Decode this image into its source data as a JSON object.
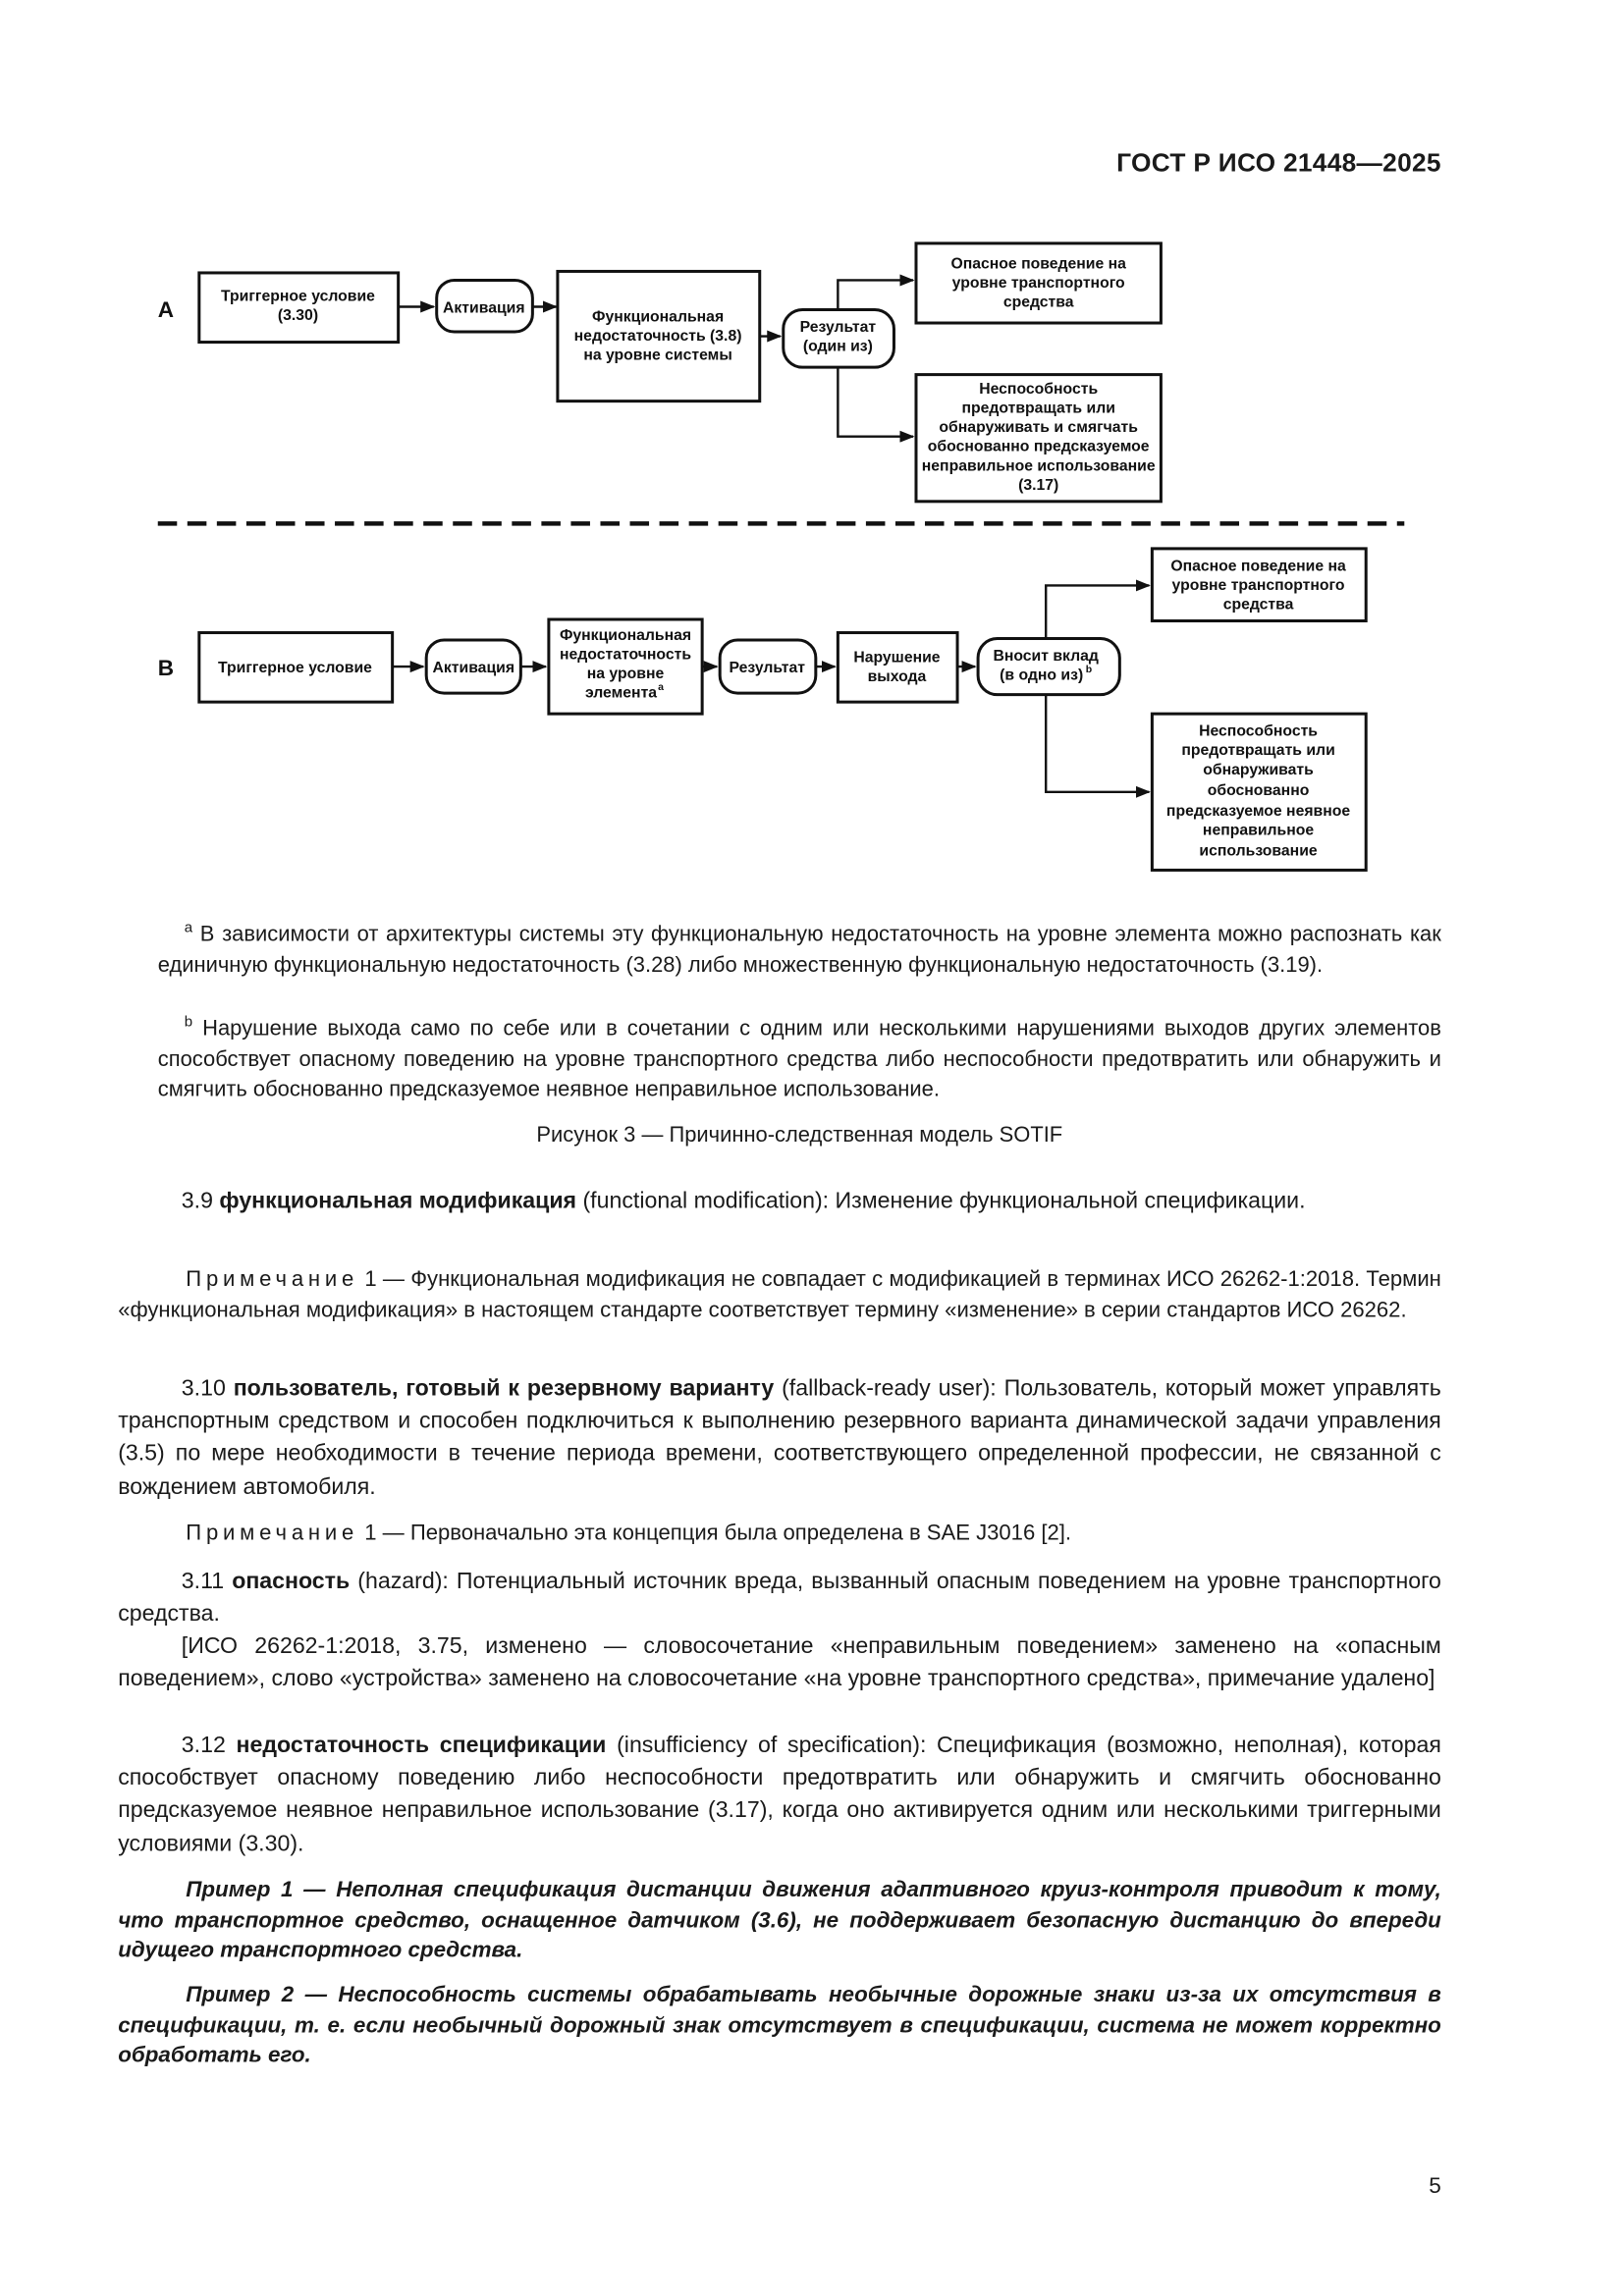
{
  "header": {
    "doc_code": "ГОСТ Р ИСО 21448—2025"
  },
  "figure": {
    "row_a": {
      "label": "A",
      "trigger": [
        "Триггерное условие",
        "(3.30)"
      ],
      "activation": "Активация",
      "insufficiency": [
        "Функциональная",
        "недостаточность (3.8)",
        "на уровне системы"
      ],
      "result": [
        "Результат",
        "(один из)"
      ],
      "outcome1": [
        "Опасное поведение на",
        "уровне транспортного",
        "средства"
      ],
      "outcome2": [
        "Неспособность",
        "предотвращать или",
        "обнаруживать и смягчать",
        "обоснованно предсказуемое",
        "неправильное использование",
        "(3.17)"
      ]
    },
    "row_b": {
      "label": "B",
      "trigger": "Триггерное условие",
      "activation": "Активация",
      "insufficiency": [
        "Функциональная",
        "недостаточность",
        "на уровне",
        "элемента"
      ],
      "insufficiency_mark": "a",
      "result": "Результат",
      "output_violation": [
        "Нарушение",
        "выхода"
      ],
      "contributes": [
        "Вносит вклад",
        "(в одно из)"
      ],
      "contributes_mark": "b",
      "outcome1": [
        "Опасное поведение на",
        "уровне транспортного",
        "средства"
      ],
      "outcome2": [
        "Неспособность",
        "предотвращать или",
        "обнаруживать",
        "обоснованно",
        "предсказуемое неявное",
        "неправильное",
        "использование"
      ]
    },
    "footnotes": {
      "a_mark": "a",
      "a_text": "В зависимости от архитектуры системы эту функциональную недостаточность на уровне элемента можно распознать как единичную функциональную недостаточность (3.28) либо множественную функциональную недостаточность (3.19).",
      "b_mark": "b",
      "b_text": "Нарушение выхода само по себе или в сочетании с одним или несколькими нарушениями выходов других элементов способствует опасному поведению на уровне транспортного средства либо неспособности предотвратить или обнаружить и смягчить обоснованно предсказуемое неявное неправильное использование."
    },
    "caption": "Рисунок 3 — Причинно-следственная модель SOTIF"
  },
  "terms": {
    "t39": {
      "num": "3.9",
      "term": "функциональная модификация",
      "rest": " (functional modification): Изменение функциональной спецификации."
    },
    "t39_note": {
      "label": "Примечание",
      "rest": " 1 — Функциональная модификация не совпадает с модификацией в терминах ИСО 26262-1:2018. Термин «функциональная модификация» в настоящем стандарте соответствует термину «изменение» в серии стандартов ИСО 26262."
    },
    "t310": {
      "num": "3.10",
      "term": "пользователь, готовый к резервному варианту",
      "rest": " (fallback-ready user): Пользователь, который может управлять транспортным средством и способен подключиться к выполнению резервного варианта динамической задачи управления (3.5) по мере необходимости в течение периода времени, соответствующего определенной профессии, не связанной с вождением автомобиля."
    },
    "t310_note": {
      "label": "Примечание",
      "rest": " 1 — Первоначально эта концепция была определена в SAE J3016 [2]."
    },
    "t311": {
      "num": "3.11",
      "term": "опасность",
      "rest": " (hazard): Потенциальный источник вреда, вызванный опасным поведением на уровне транспортного средства."
    },
    "t311_source": "[ИСО 26262-1:2018, 3.75, изменено — словосочетание «неправильным поведением» заменено на «опасным поведением», слово «устройства» заменено на словосочетание «на уровне транспортного средства», примечание удалено]",
    "t312": {
      "num": "3.12",
      "term": "недостаточность спецификации",
      "rest": " (insufficiency of specification): Спецификация (возможно, неполная), которая способствует опасному поведению либо неспособности предотвратить или обнаружить и смягчить обоснованно предсказуемое неявное неправильное использование (3.17), когда оно активируется одним или несколькими триггерными условиями (3.30)."
    }
  },
  "examples": {
    "ex1": "Пример 1 — Неполная спецификация дистанции движения адаптивного круиз-контроля приводит к тому, что транспортное средство, оснащенное датчиком (3.6), не поддерживает безопасную дистанцию до впереди идущего транспортного средства.",
    "ex2": "Пример 2 — Неспособность системы обрабатывать необычные дорожные знаки из-за их отсутствия в спецификации, т. е. если необычный дорожный знак отсутствует в спецификации, система не может корректно обработать его."
  },
  "page_number": "5"
}
